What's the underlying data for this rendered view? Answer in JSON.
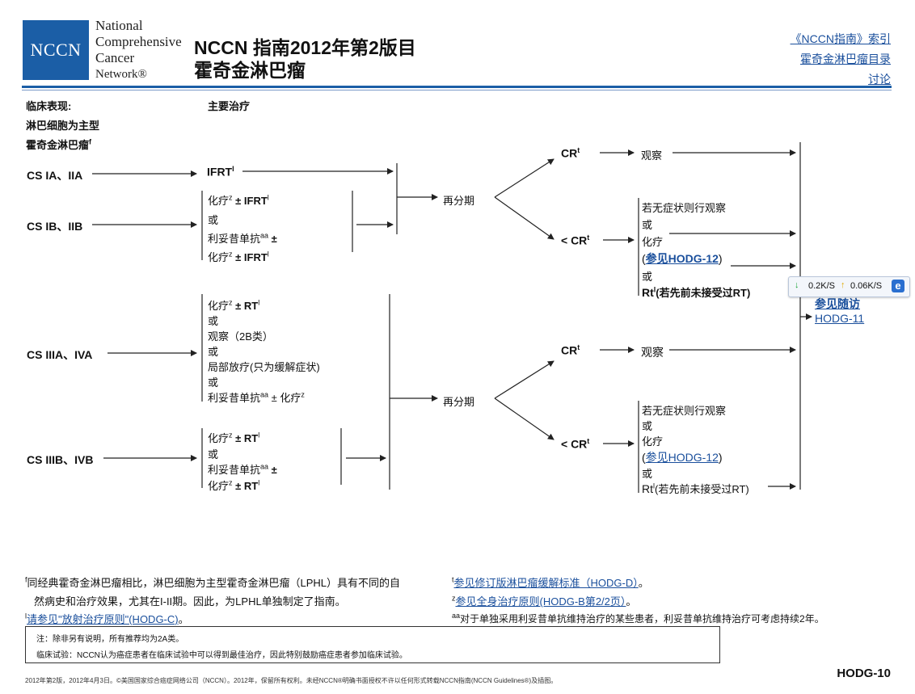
{
  "header": {
    "logo_text": "NCCN",
    "org_lines": [
      "National",
      "Comprehensive",
      "Cancer",
      "Network®"
    ],
    "title_line1": "NCCN 指南2012年第2版目",
    "title_line2": "霍奇金淋巴瘤",
    "links": [
      "《NCCN指南》索引",
      "霍奇金淋巴瘤目录",
      "讨论"
    ]
  },
  "columns": {
    "presentation_label": "临床表现:",
    "presentation_sub1": "淋巴细胞为主型",
    "presentation_sub2": "霍奇金淋巴瘤",
    "presentation_sup": "f",
    "treatment_label": "主要治疗"
  },
  "stages": [
    "CS IA、IIA",
    "CS IB、IIB",
    "CS IIIA、IVA",
    "CS IIIB、IVB"
  ],
  "treatments": {
    "ifrt": "IFRT",
    "ib_line1": "化疗",
    "ib_line1b": "± IFRT",
    "ib_or": "或",
    "ib_line3": "利妥昔单抗",
    "ib_line3b": "±",
    "ib_line4": "化疗",
    "ib_line4b": "± IFRT",
    "iiia_line1": "化疗",
    "iiia_line1b": "± RT",
    "iiia_or1": "或",
    "iiia_line2": "观察（2B类）",
    "iiia_or2": "或",
    "iiia_line3": "局部放疗(只为缓解症状)",
    "iiia_or3": "或",
    "iiia_line4": "利妥昔单抗",
    "iiia_line4b": "± 化疗",
    "iiib_line1": "化疗",
    "iiib_line1b": "± RT",
    "iiib_or": "或",
    "iiib_line2": "利妥昔单抗",
    "iiib_line2b": "±",
    "iiib_line3": "化疗",
    "iiib_line3b": "± RT"
  },
  "restage": "再分期",
  "response": {
    "cr": "CR",
    "lt_cr": "< CR",
    "observe": "观察",
    "opt1": "若无症状则行观察",
    "or": "或",
    "chemo": "化疗",
    "see_hodg12_open": "(",
    "see_hodg12": "参见HODG-12",
    "see_hodg12_close": ")",
    "rt": "Rt",
    "rt_note": "(若先前未接受过RT)"
  },
  "followup": {
    "line1": "参见随访",
    "line2": "HODG-11"
  },
  "sups": {
    "t": "t",
    "l": "l",
    "z": "z",
    "aa": "aa"
  },
  "footnotes": {
    "f_line1": "同经典霍奇金淋巴瘤相比，淋巴细胞为主型霍奇金淋巴瘤（LPHL）具有不同的自",
    "f_line2": "然病史和治疗效果，尤其在I-II期。因此，为LPHL单独制定了指南。",
    "l_text": "请参见\"放射治疗原则\"(HODG-C)",
    "l_end": "。",
    "t_text": "参见修订版淋巴瘤缓解标准（HODG-D）",
    "t_end": "。",
    "z_text": "参见全身治疗原则(HODG-B第2/2页）",
    "z_end": "。",
    "aa_text": "对于单独采用利妥昔单抗维持治疗的某些患者，利妥昔单抗维持治疗可考虑持续2年。"
  },
  "note": {
    "line1": "注：除非另有说明，所有推荐均为2A类。",
    "line2": "临床试验：NCCN认为癌症患者在临床试验中可以得到最佳治疗，因此特别鼓励癌症患者参加临床试验。"
  },
  "footer": {
    "copyright": "2012年第2版，2012年4月3日。©美国国家综合癌症网络公司（NCCN）。2012年，保留所有权利。未经NCCN®明确书面授权不许以任何形式转载NCCN指南(NCCN Guidelines®)及插图。",
    "page_id": "HODG-10"
  },
  "speed_badge": {
    "down": "0.2K/S",
    "up": "0.06K/S"
  },
  "colors": {
    "brand_blue": "#1b5ea6",
    "link_blue": "#1a4f9c"
  }
}
